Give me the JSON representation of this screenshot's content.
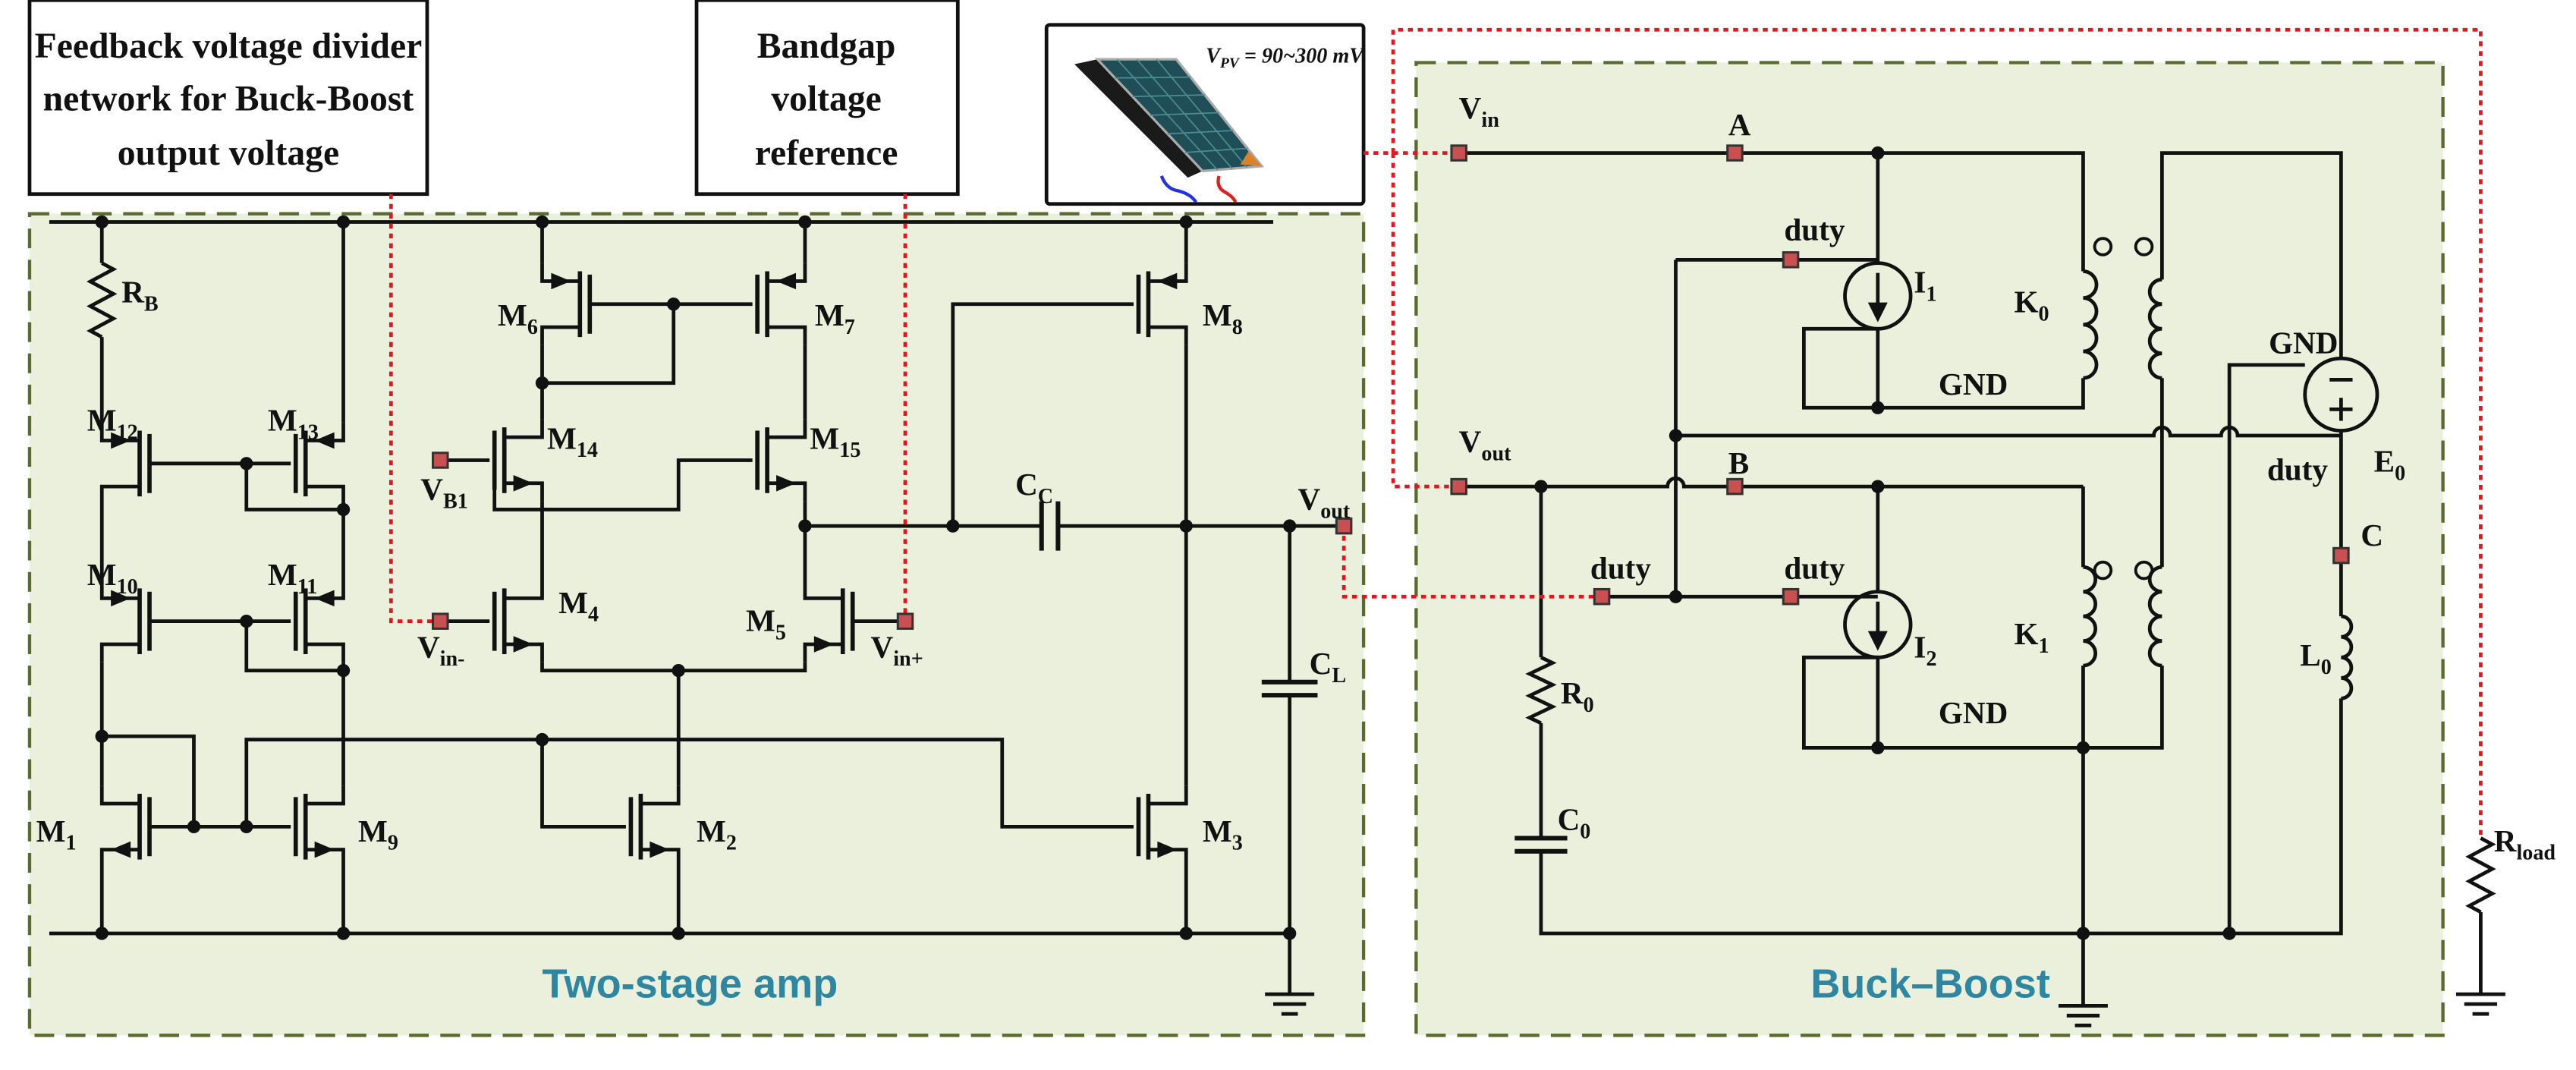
{
  "callouts": {
    "feedback": [
      "Feedback voltage divider",
      "network for Buck-Boost",
      "output voltage"
    ],
    "bandgap": [
      "Bandgap",
      "voltage",
      "reference"
    ]
  },
  "pv": {
    "base": "V",
    "sub": "PV",
    "rest": " = 90~300 mV"
  },
  "blocks": {
    "amp": "Two-stage amp",
    "buck": "Buck–Boost"
  },
  "labels": {
    "RB": {
      "base": "R",
      "sub": "B"
    },
    "M12": {
      "base": "M",
      "sub": "12"
    },
    "M13": {
      "base": "M",
      "sub": "13"
    },
    "M10": {
      "base": "M",
      "sub": "10"
    },
    "M11": {
      "base": "M",
      "sub": "11"
    },
    "M1": {
      "base": "M",
      "sub": "1"
    },
    "M9": {
      "base": "M",
      "sub": "9"
    },
    "M6": {
      "base": "M",
      "sub": "6"
    },
    "M7": {
      "base": "M",
      "sub": "7"
    },
    "M14": {
      "base": "M",
      "sub": "14"
    },
    "M15": {
      "base": "M",
      "sub": "15"
    },
    "M4": {
      "base": "M",
      "sub": "4"
    },
    "M5": {
      "base": "M",
      "sub": "5"
    },
    "M2": {
      "base": "M",
      "sub": "2"
    },
    "M3": {
      "base": "M",
      "sub": "3"
    },
    "M8": {
      "base": "M",
      "sub": "8"
    },
    "VB1": {
      "base": "V",
      "sub": "B1"
    },
    "Vin_minus": {
      "base": "V",
      "sub": "in-"
    },
    "Vin_plus": {
      "base": "V",
      "sub": "in+"
    },
    "CC": {
      "base": "C",
      "sub": "C"
    },
    "CL": {
      "base": "C",
      "sub": "L"
    },
    "Vout_amp": {
      "base": "V",
      "sub": "out"
    },
    "Vin": {
      "base": "V",
      "sub": "in"
    },
    "A": {
      "base": "A",
      "sub": ""
    },
    "duty_i1": {
      "base": "duty",
      "sub": ""
    },
    "I1": {
      "base": "I",
      "sub": "1"
    },
    "K0": {
      "base": "K",
      "sub": "0"
    },
    "gnd_i1": {
      "base": "GND",
      "sub": ""
    },
    "gnd_e0": {
      "base": "GND",
      "sub": ""
    },
    "duty_e0": {
      "base": "duty",
      "sub": ""
    },
    "E0": {
      "base": "E",
      "sub": "0"
    },
    "Vout_buck": {
      "base": "V",
      "sub": "out"
    },
    "B": {
      "base": "B",
      "sub": ""
    },
    "duty_left": {
      "base": "duty",
      "sub": ""
    },
    "duty_i2": {
      "base": "duty",
      "sub": ""
    },
    "I2": {
      "base": "I",
      "sub": "2"
    },
    "K1": {
      "base": "K",
      "sub": "1"
    },
    "gnd_i2": {
      "base": "GND",
      "sub": ""
    },
    "C": {
      "base": "C",
      "sub": ""
    },
    "L0": {
      "base": "L",
      "sub": "0"
    },
    "R0": {
      "base": "R",
      "sub": "0"
    },
    "C0": {
      "base": "C",
      "sub": "0"
    },
    "Rload": {
      "base": "R",
      "sub": "load"
    }
  },
  "colors": {
    "block_fill": "#eaf0dc",
    "block_border": "#5a6b2e",
    "block_title": "#2e86a0",
    "wire": "#111111",
    "signal_link": "#e8141c",
    "terminal": "#c85050"
  }
}
